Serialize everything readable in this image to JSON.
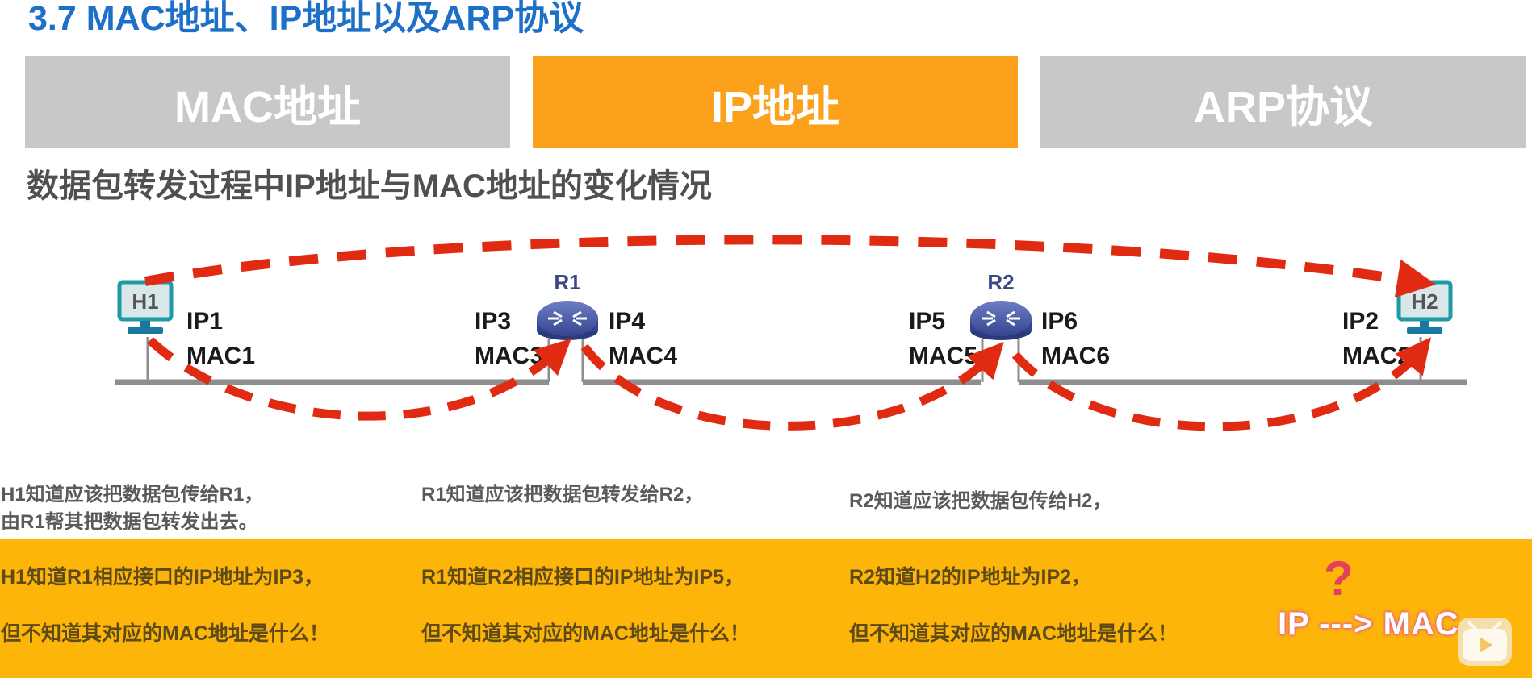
{
  "slide": {
    "title": "3.7 MAC地址、IP地址以及ARP协议",
    "subtitle": "数据包转发过程中IP地址与MAC地址的变化情况"
  },
  "tabs": [
    {
      "label": "MAC地址",
      "active": false
    },
    {
      "label": "IP地址",
      "active": true
    },
    {
      "label": "ARP协议",
      "active": false
    }
  ],
  "colors": {
    "title": "#1e6fc8",
    "tab_active": "#fca11c",
    "tab_inactive": "#c8c8c8",
    "arrow": "#e02a12",
    "band": "#fdb509",
    "wire": "#8e8e8e"
  },
  "diagram": {
    "hosts": [
      {
        "name": "H1",
        "ip": "IP1",
        "mac": "MAC1"
      },
      {
        "name": "H2",
        "ip": "IP2",
        "mac": "MAC2"
      }
    ],
    "routers": [
      {
        "name": "R1",
        "left_ip": "IP3",
        "left_mac": "MAC3",
        "right_ip": "IP4",
        "right_mac": "MAC4"
      },
      {
        "name": "R2",
        "left_ip": "IP5",
        "left_mac": "MAC5",
        "right_ip": "IP6",
        "right_mac": "MAC6"
      }
    ]
  },
  "notes": {
    "h1": {
      "line1": "H1知道应该把数据包传给R1，",
      "line2": "由R1帮其把数据包转发出去。"
    },
    "r1": {
      "line1": "R1知道应该把数据包转发给R2，"
    },
    "r2": {
      "line1": "R2知道应该把数据包传给H2，"
    }
  },
  "band": {
    "col1": {
      "line1": "H1知道R1相应接口的IP地址为IP3，",
      "line2": "但不知道其对应的MAC地址是什么！"
    },
    "col2": {
      "line1": "R1知道R2相应接口的IP地址为IP5，",
      "line2": "但不知道其对应的MAC地址是什么！"
    },
    "col3": {
      "line1": "R2知道H2的IP地址为IP2，",
      "line2": "但不知道其对应的MAC地址是什么！"
    },
    "question_mark": "?",
    "mapping": "IP ---> MAC"
  }
}
